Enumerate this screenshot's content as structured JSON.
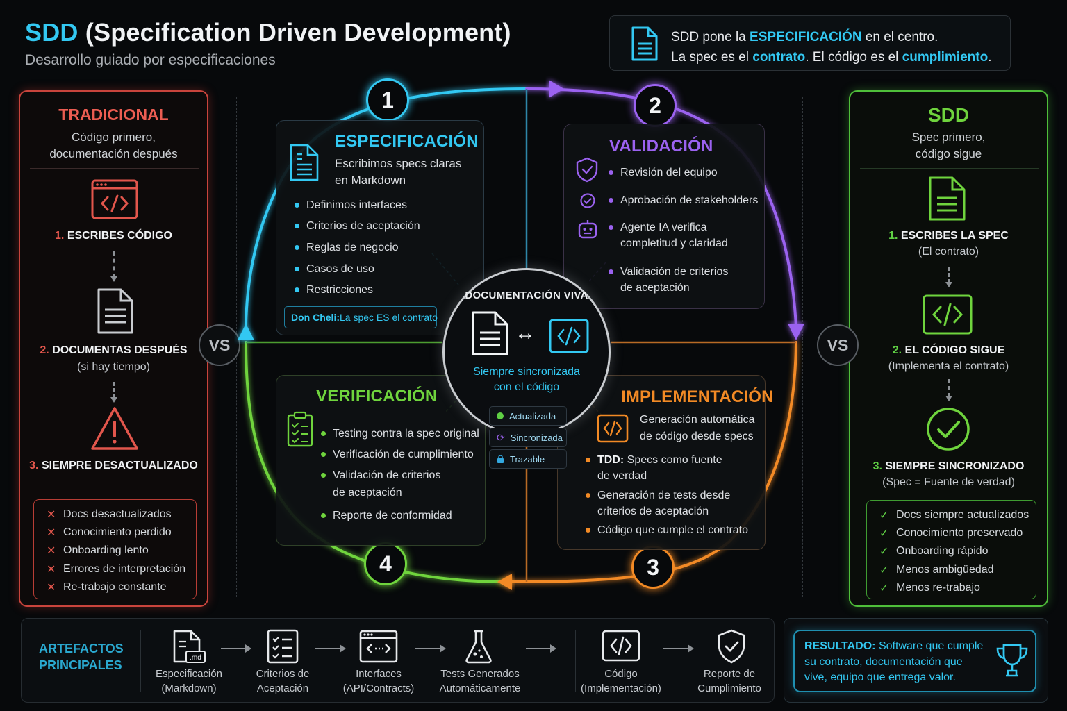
{
  "header": {
    "title_acronym": "SDD",
    "title_rest": " (Specification Driven Development)",
    "subtitle": "Desarrollo guiado por especificaciones"
  },
  "callout": {
    "l1_a": "SDD pone la ",
    "l1_b": "ESPECIFICACIÓN",
    "l1_c": " en el centro.",
    "l2_a": "La spec es el ",
    "l2_b": "contrato",
    "l2_c": ". El código es el ",
    "l2_d": "cumplimiento",
    "l2_e": "."
  },
  "traditional": {
    "title": "TRADICIONAL",
    "subtitle_1": "Código primero,",
    "subtitle_2": "documentación después",
    "step1_num": "1.",
    "step1": " ESCRIBES CÓDIGO",
    "step2_num": "2.",
    "step2": " DOCUMENTAS DESPUÉS",
    "step2_note": "(si hay tiempo)",
    "step3_num": "3.",
    "step3": " SIEMPRE DESACTUALIZADO",
    "issues": [
      "Docs desactualizados",
      "Conocimiento perdido",
      "Onboarding lento",
      "Errores de interpretación",
      "Re-trabajo constante"
    ]
  },
  "sdd": {
    "title": "SDD",
    "subtitle_1": "Spec primero,",
    "subtitle_2": "código sigue",
    "step1_num": "1.",
    "step1": " ESCRIBES LA SPEC",
    "step1_note": "(El contrato)",
    "step2_num": "2.",
    "step2": " EL CÓDIGO SIGUE",
    "step2_note": "(Implementa el contrato)",
    "step3_num": "3.",
    "step3": " SIEMPRE SINCRONIZADO",
    "step3_note": "(Spec = Fuente de verdad)",
    "benefits": [
      "Docs siempre actualizados",
      "Conocimiento preservado",
      "Onboarding rápido",
      "Menos ambigüedad",
      "Menos re-trabajo"
    ]
  },
  "vs_label": "VS",
  "cycle": {
    "n1": "1",
    "n2": "2",
    "n3": "3",
    "n4": "4",
    "spec": {
      "title": "ESPECIFICACIÓN",
      "desc_1": "Escribimos specs claras",
      "desc_2": "en Markdown",
      "items": [
        "Definimos interfaces",
        "Criterios de aceptación",
        "Reglas de negocio",
        "Casos de uso",
        "Restricciones"
      ],
      "note_a": "Don Cheli:",
      "note_b": " La spec ES el contrato"
    },
    "validation": {
      "title": "VALIDACIÓN",
      "i1": "Revisión del equipo",
      "i2": "Aprobación de stakeholders",
      "i3_1": "Agente IA verifica",
      "i3_2": "completitud y claridad",
      "i4_1": "Validación de criterios",
      "i4_2": "de aceptación"
    },
    "implementation": {
      "title": "IMPLEMENTACIÓN",
      "desc_1": "Generación automática",
      "desc_2": "de código desde specs",
      "i1_b": "TDD:",
      "i1_1": " Specs como fuente",
      "i1_2": "de verdad",
      "i2_1": "Generación de tests desde",
      "i2_2": "criterios de aceptación",
      "i3": "Código que cumple el contrato"
    },
    "verification": {
      "title": "VERIFICACIÓN",
      "i1": "Testing contra la spec original",
      "i2": "Verificación de cumplimiento",
      "i3_1": "Validación de criterios",
      "i3_2": "de aceptación",
      "i4": "Reporte de conformidad"
    }
  },
  "center": {
    "title": "DOCUMENTACIÓN VIVA",
    "arrow": "↔",
    "caption_1": "Siempre sincronizada",
    "caption_2": "con el código",
    "badges": [
      "Actualizada",
      "Sincronizada",
      "Trazable"
    ]
  },
  "artifacts": {
    "label_1": "ARTEFACTOS",
    "label_2": "PRINCIPALES",
    "items": [
      {
        "l1": "Especificación",
        "l2": "(Markdown)",
        "icon": "md"
      },
      {
        "l1": "Criterios de",
        "l2": "Aceptación"
      },
      {
        "l1": "Interfaces",
        "l2": "(API/Contracts)"
      },
      {
        "l1": "Tests Generados",
        "l2": "Automáticamente"
      },
      {
        "l1": "Código",
        "l2": "(Implementación)"
      },
      {
        "l1": "Reporte de",
        "l2": "Cumplimiento"
      }
    ]
  },
  "result": {
    "label": "RESULTADO:",
    "l1": " Software que cumple",
    "l2": "su contrato, documentación que",
    "l3": "vive, equipo que entrega valor."
  },
  "colors": {
    "cyan": "#33c8f2",
    "purple": "#9b62f0",
    "orange": "#f28a25",
    "green": "#6fd43d",
    "red": "#e2564c"
  }
}
